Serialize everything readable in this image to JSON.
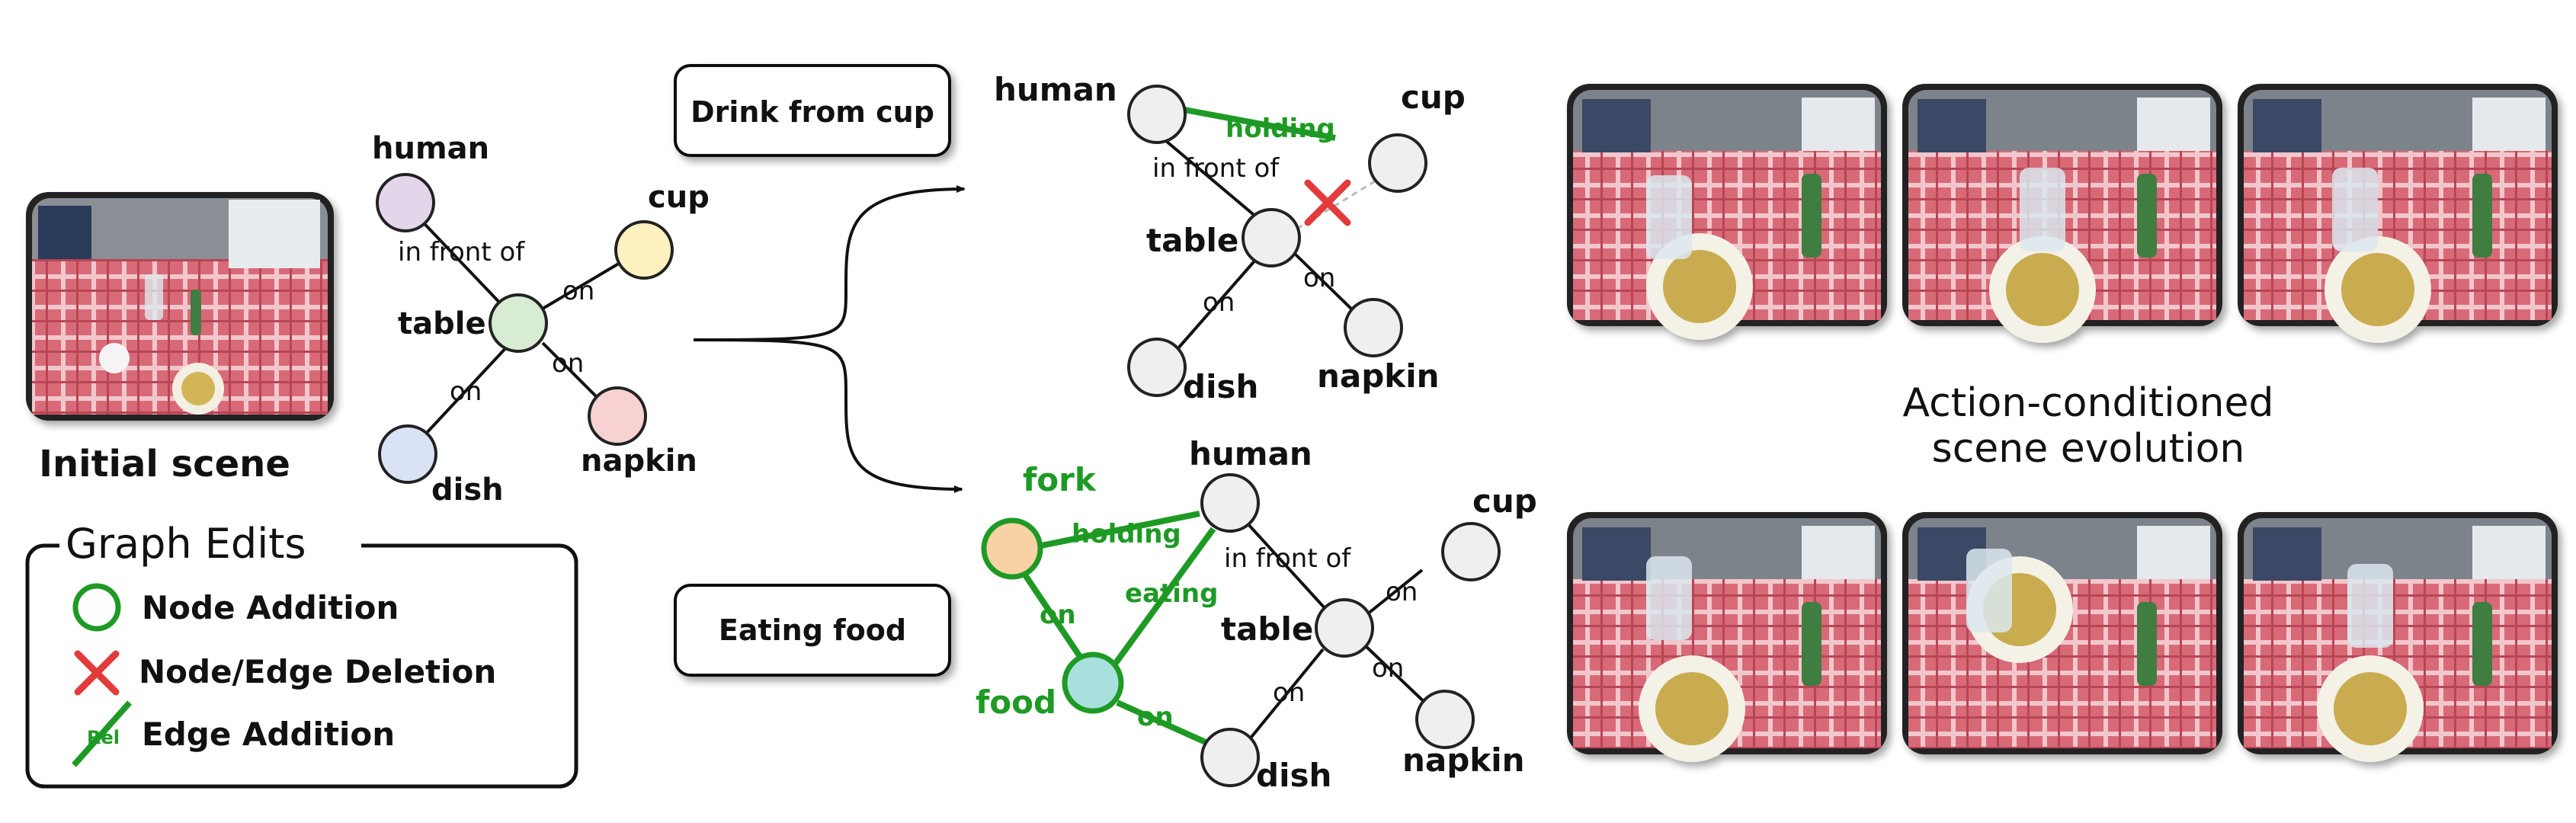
{
  "initial": {
    "caption": "Initial scene",
    "nodes": {
      "human": "human",
      "cup": "cup",
      "table": "table",
      "dish": "dish",
      "napkin": "napkin"
    },
    "edges": {
      "in_front_of": "in front of",
      "on_cup": "on",
      "on_napkin": "on",
      "on_dish": "on"
    }
  },
  "legend": {
    "title": "Graph Edits",
    "node_addition": "Node Addition",
    "deletion": "Node/Edge Deletion",
    "edge_addition": "Edge Addition",
    "rel_tag": "Rel"
  },
  "actions": {
    "drink": "Drink from cup",
    "eat": "Eating food"
  },
  "drink_graph": {
    "human": "human",
    "cup": "cup",
    "table": "table",
    "dish": "dish",
    "napkin": "napkin",
    "holding": "holding",
    "in_front_of": "in front of",
    "on_dish": "on",
    "on_napkin": "on"
  },
  "eat_graph": {
    "fork": "fork",
    "food": "food",
    "human": "human",
    "cup": "cup",
    "table": "table",
    "dish": "dish",
    "napkin": "napkin",
    "holding": "holding",
    "eating": "eating",
    "on_fork_food": "on",
    "on_food_dish": "on",
    "in_front_of": "in front of",
    "on_cup": "on",
    "on_napkin": "on",
    "on_dish": "on"
  },
  "evolution": {
    "title_line1": "Action-conditioned",
    "title_line2": "scene evolution"
  },
  "colors": {
    "green": "#1e9a24",
    "red": "#e23b3b",
    "human_node": "#e3d6ea",
    "cup_node": "#fdf1bf",
    "table_node": "#d8ecd3",
    "dish_node": "#d9e3f5",
    "napkin_node": "#f8d2d2",
    "fork_node": "#f8d2a5",
    "food_node": "#a9e0de",
    "gray_node": "#efefef"
  }
}
